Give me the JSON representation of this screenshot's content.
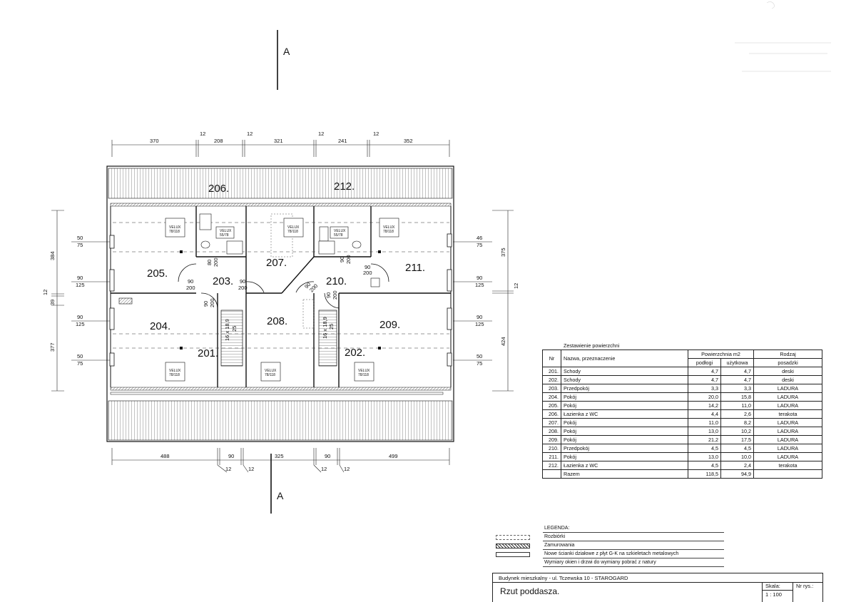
{
  "section": {
    "top_label": "A",
    "bottom_label": "A"
  },
  "rooms": {
    "r206": "206.",
    "r212": "212.",
    "r205": "205.",
    "r203": "203.",
    "r207": "207.",
    "r210": "210.",
    "r211": "211.",
    "r204": "204.",
    "r208": "208.",
    "r209": "209.",
    "r201": "201.",
    "r202": "202."
  },
  "dims_top": {
    "d1": "370",
    "d2": "12",
    "d3": "208",
    "d4": "12",
    "d5": "321",
    "d6": "12",
    "d7": "241",
    "d8": "12",
    "d9": "352"
  },
  "dims_bottom": {
    "d1": "488",
    "d2": "90",
    "d3": "325",
    "d4": "90",
    "d5": "499",
    "d6": "12",
    "d7": "12",
    "d8": "12",
    "d9": "12"
  },
  "dims_left": {
    "d1": "384",
    "d2": "12",
    "d3": "39",
    "d4": "377"
  },
  "dims_right": {
    "d1": "375",
    "d2": "12",
    "d3": "424"
  },
  "windows_left": [
    {
      "top": "50",
      "bottom": "75"
    },
    {
      "top": "90",
      "bottom": "125"
    },
    {
      "top": "90",
      "bottom": "125"
    },
    {
      "top": "50",
      "bottom": "75"
    }
  ],
  "windows_right": [
    {
      "top": "46",
      "bottom": "75"
    },
    {
      "top": "90",
      "bottom": "125"
    },
    {
      "top": "90",
      "bottom": "125"
    },
    {
      "top": "50",
      "bottom": "75"
    }
  ],
  "doors": {
    "d203a_top": "90",
    "d203a_bot": "200",
    "d203b_top": "90",
    "d203b_bot": "200",
    "d210_top": "90",
    "d210_bot": "200",
    "v206a": "80",
    "v206b": "200",
    "v212a": "90",
    "v212b": "200",
    "v203": "90",
    "v203b": "200",
    "v210": "90",
    "v210b": "200",
    "v207a": "90",
    "v207b": "200"
  },
  "stairs": {
    "left": "16 x 18,9",
    "left_w": "25",
    "right": "16 x 18,9",
    "right_w": "25"
  },
  "skylights": {
    "velux": "VELUX",
    "size_big": "78/118",
    "size_top": "78/118",
    "size_small": "55/78"
  },
  "areas_table": {
    "caption": "Zestawienie powierzchni",
    "headers": {
      "nr": "Nr",
      "name": "Nazwa, przeznaczenie",
      "area": "Powierzchnia m2",
      "floor": "podłogi",
      "usable": "użytkowa",
      "type": "Rodzaj",
      "type2": "posadzki"
    },
    "rows": [
      {
        "nr": "201.",
        "name": "Schody",
        "floor": "4,7",
        "usable": "4,7",
        "type": "deski"
      },
      {
        "nr": "202.",
        "name": "Schody",
        "floor": "4,7",
        "usable": "4,7",
        "type": "deski"
      },
      {
        "nr": "203.",
        "name": "Przedpokój",
        "floor": "3,3",
        "usable": "3,3",
        "type": "LADURA"
      },
      {
        "nr": "204.",
        "name": "Pokój",
        "floor": "20,0",
        "usable": "15,8",
        "type": "LADURA"
      },
      {
        "nr": "205.",
        "name": "Pokój",
        "floor": "14,2",
        "usable": "11,0",
        "type": "LADURA"
      },
      {
        "nr": "206.",
        "name": "Łazienka z WC",
        "floor": "4,4",
        "usable": "2,6",
        "type": "terakota"
      },
      {
        "nr": "207.",
        "name": "Pokój",
        "floor": "11,0",
        "usable": "8,2",
        "type": "LADURA"
      },
      {
        "nr": "208.",
        "name": "Pokój",
        "floor": "13,0",
        "usable": "10,2",
        "type": "LADURA"
      },
      {
        "nr": "209.",
        "name": "Pokój",
        "floor": "21,2",
        "usable": "17,5",
        "type": "LADURA"
      },
      {
        "nr": "210.",
        "name": "Przedpokój",
        "floor": "4,5",
        "usable": "4,5",
        "type": "LADURA"
      },
      {
        "nr": "211.",
        "name": "Pokój",
        "floor": "13,0",
        "usable": "10,0",
        "type": "LADURA"
      },
      {
        "nr": "212.",
        "name": "Łazienka z WC",
        "floor": "4,5",
        "usable": "2,4",
        "type": "terakota"
      }
    ],
    "total": {
      "name": "Razem",
      "floor": "118,5",
      "usable": "94,9"
    }
  },
  "legend": {
    "title": "LEGENDA:",
    "items": [
      "Rozbiórki",
      "Zamurowania",
      "Nowe ścianki działowe z płyt G-K na szkieletach metalowych",
      "Wymiary okien i drzwi do wymiany pobrać z natury"
    ]
  },
  "title_block": {
    "address": "Budynek mieszkalny - ul. Tczewska 10 - STAROGARD",
    "drawing_name": "Rzut poddasza.",
    "scale_label": "Skala:",
    "scale_value": "1 : 100",
    "number_label": "Nr rys.:"
  }
}
